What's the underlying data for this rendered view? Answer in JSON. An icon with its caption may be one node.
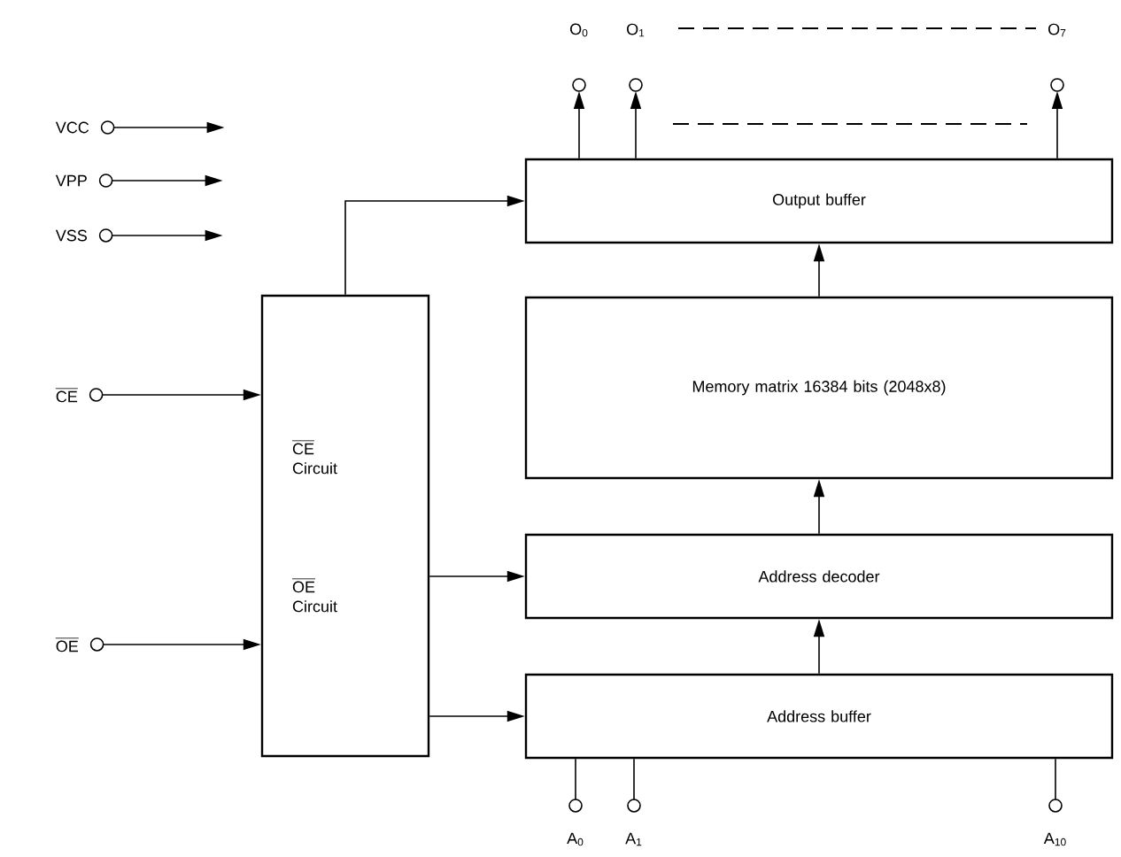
{
  "diagram": {
    "nodes": [
      {
        "text": [
          "VCC"
        ]
      },
      {
        "text": [
          "VPP"
        ]
      },
      {
        "text": [
          "VSS"
        ]
      },
      {
        "text": [
          "CE"
        ]
      },
      {
        "text": [
          "OE"
        ]
      },
      {
        "text": [
          "CE",
          "Circuit",
          "OE",
          "Circuit"
        ]
      },
      {
        "text": [
          "Output buffer"
        ]
      },
      {
        "text": [
          "Memory matrix 16384 bits (2048x8)"
        ]
      },
      {
        "text": [
          "Address decoder"
        ]
      },
      {
        "text": [
          "Address buffer"
        ]
      },
      {
        "text": [
          "O$_{0}$"
        ]
      },
      {
        "text": [
          "O$_{1}$"
        ]
      },
      {
        "text": [
          "O$_{7}$"
        ]
      },
      {
        "text": [
          "A$_{0}$"
        ]
      },
      {
        "text": [
          "A$_{1}$"
        ]
      },
      {
        "text": [
          "A$_{10}$"
        ]
      }
    ],
    "edges": [
      {
        "from": 0,
        "to": null,
        "arrow": "to"
      },
      {
        "from": 1,
        "to": null,
        "arrow": "to"
      },
      {
        "from": 2,
        "to": null,
        "arrow": "to"
      },
      {
        "from": 3,
        "to": 5,
        "arrow": "to"
      },
      {
        "from": 4,
        "to": 5,
        "arrow": "to"
      },
      {
        "from": 5,
        "to": 6,
        "arrow": "to"
      },
      {
        "from": 5,
        "to": 8,
        "arrow": "to"
      },
      {
        "from": 5,
        "to": 9,
        "arrow": "to"
      },
      {
        "from": 7,
        "to": 6,
        "arrow": "to"
      },
      {
        "from": 8,
        "to": 7,
        "arrow": "to"
      },
      {
        "from": 9,
        "to": 8,
        "arrow": "to"
      },
      {
        "from": 6,
        "to": 10,
        "arrow": "to"
      },
      {
        "from": 6,
        "to": 11,
        "arrow": "to"
      },
      {
        "from": 6,
        "to": 12,
        "arrow": "to"
      },
      {
        "from": 13,
        "to": 9,
        "arrow": "none"
      },
      {
        "from": 14,
        "to": 9,
        "arrow": "none"
      },
      {
        "from": 15,
        "to": 9,
        "arrow": "none"
      }
    ]
  }
}
